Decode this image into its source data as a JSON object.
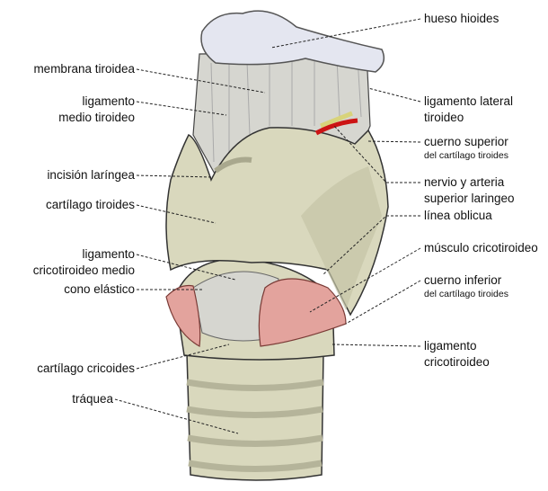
{
  "labels": {
    "hueso_hioides": "hueso hioides",
    "membrana_tiroidea": "membrana tiroidea",
    "ligamento_medio_1": "ligamento",
    "ligamento_medio_2": "medio tiroideo",
    "ligamento_lateral_1": "ligamento lateral",
    "ligamento_lateral_2": "tiroideo",
    "cuerno_superior": "cuerno superior",
    "cuerno_superior_sub": "del cartílago tiroides",
    "incision": "incisión laríngea",
    "nervio_1": "nervio y arteria",
    "nervio_2": "superior laringeo",
    "cartilago_tiroides": "cartílago tiroides",
    "linea_oblicua": "línea oblicua",
    "lig_crico_medio_1": "ligamento",
    "lig_crico_medio_2": "cricotiroideo medio",
    "musculo": "músculo cricotiroideo",
    "cono": "cono elástico",
    "cuerno_inferior": "cuerno inferior",
    "cuerno_inferior_sub": "del cartílago tiroides",
    "cartilago_cricoides": "cartílago cricoides",
    "lig_crico_1": "ligamento",
    "lig_crico_2": "cricotiroideo",
    "traquea": "tráquea"
  },
  "colors": {
    "cartilage": "#d9d8bd",
    "cartilage_dark": "#a9a88e",
    "bone": "#e4e6f0",
    "muscle": "#e3a39d",
    "ligament": "#d6d6d0",
    "nerve": "#d8d37a",
    "artery": "#cc1414"
  }
}
